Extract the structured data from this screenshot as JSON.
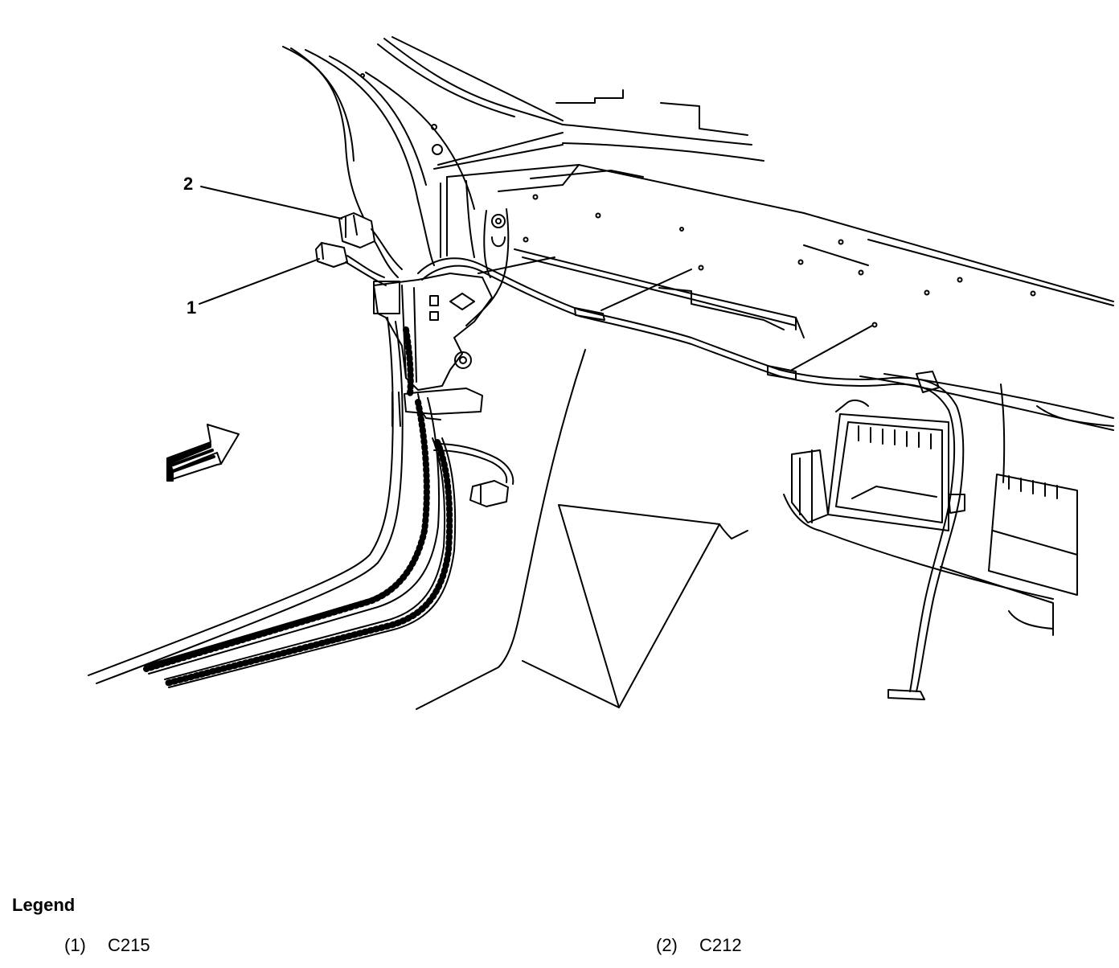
{
  "diagram": {
    "callouts": [
      {
        "id": "1",
        "label": "1"
      },
      {
        "id": "2",
        "label": "2"
      }
    ]
  },
  "legend": {
    "title": "Legend",
    "items": [
      {
        "num": "(1)",
        "text": "C215"
      },
      {
        "num": "(2)",
        "text": "C212"
      }
    ]
  }
}
